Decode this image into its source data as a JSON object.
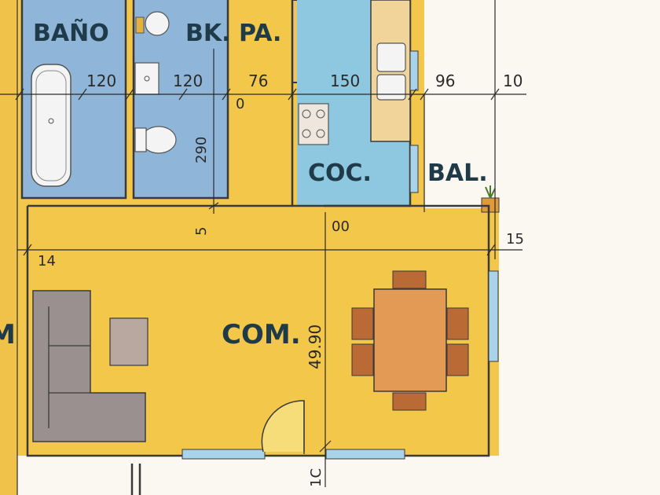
{
  "rooms": {
    "bano": "BAÑO",
    "bkpa": "BK. PA.",
    "coc": "COC.",
    "bal": "BAL.",
    "com": "COM.",
    "partial_left": "M"
  },
  "dimensions": {
    "d120a": "120",
    "d120b": "120",
    "d76": "76",
    "d150": "150",
    "d96": "96",
    "d10": "10",
    "d290": "290",
    "d0": "0",
    "d5": "5",
    "d00": "00",
    "d15": "15",
    "d14": "14",
    "d4990": "49.90",
    "d1c": "1C"
  },
  "colors": {
    "floor": "#f3c84a",
    "bath_blue": "#8fb6d9",
    "kitchen_blue": "#8ec7e0",
    "furniture_grey": "#9a9090",
    "table_orange": "#e29a55",
    "chair_brown": "#b96a35",
    "window_blue": "#a9d3ea"
  }
}
